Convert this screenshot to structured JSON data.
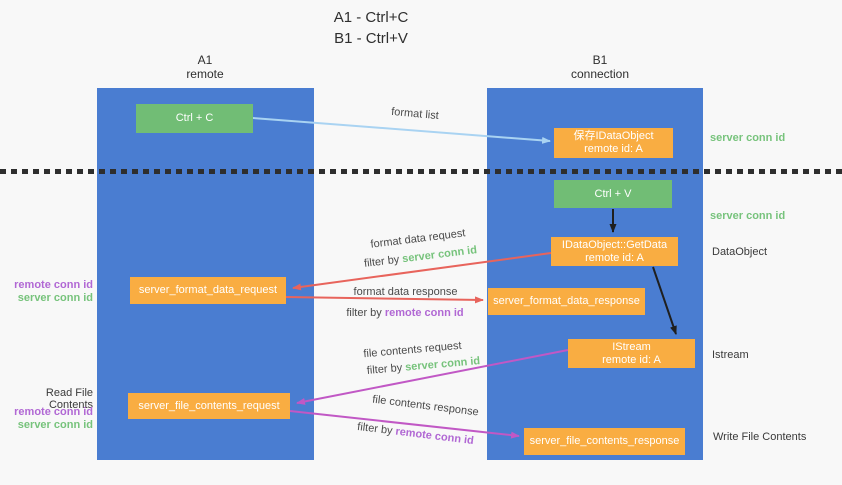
{
  "title": {
    "line1": "A1 - Ctrl+C",
    "line2": "B1 - Ctrl+V"
  },
  "lanes": {
    "a1": {
      "name": "A1",
      "role": "remote"
    },
    "b1": {
      "name": "B1",
      "role": "connection"
    }
  },
  "boxes": {
    "ctrl_c": "Ctrl + C",
    "save_obj_l1": "保存IDataObject",
    "save_obj_l2": "remote id: A",
    "ctrl_v": "Ctrl + V",
    "getdata_l1": "IDataObject::GetData",
    "getdata_l2": "remote id: A",
    "format_req": "server_format_data_request",
    "format_resp": "server_format_data_response",
    "istream_l1": "IStream",
    "istream_l2": "remote id: A",
    "file_req": "server_file_contents_request",
    "file_resp": "server_file_contents_response"
  },
  "right_labels": {
    "server_conn_1": "server conn id",
    "server_conn_2": "server conn id",
    "dataobject": "DataObject",
    "istream": "Istream",
    "write_file": "Write File Contents"
  },
  "left_labels": {
    "remote_conn_1": "remote conn id",
    "server_conn_1": "server conn id",
    "read_file": "Read File Contents",
    "remote_conn_2": "remote conn id",
    "server_conn_2": "server conn id"
  },
  "flow_labels": {
    "format_list": "format list",
    "format_data_request": "format data request",
    "format_data_response": "format data response",
    "file_contents_request": "file contents request",
    "file_contents_response": "file contents response",
    "filter_by_1": "filter by",
    "key_server_1": "server conn id",
    "filter_by_2": "filter by",
    "key_remote_1": "remote conn id",
    "filter_by_3": "filter by",
    "key_server_2": "server conn id",
    "filter_by_4": "filter by",
    "key_remote_2": "remote conn id"
  },
  "colors": {
    "lane_blue": "#4a7dd1",
    "box_green": "#71bd75",
    "box_orange": "#f9ad42",
    "text_green": "#77c37c",
    "text_purple": "#b168d4",
    "arrow_red": "#e8645c",
    "arrow_magenta": "#c158c5",
    "arrow_lightblue": "#a9d3f2",
    "arrow_black": "#1f1f1f",
    "background": "#f8f8f8"
  }
}
